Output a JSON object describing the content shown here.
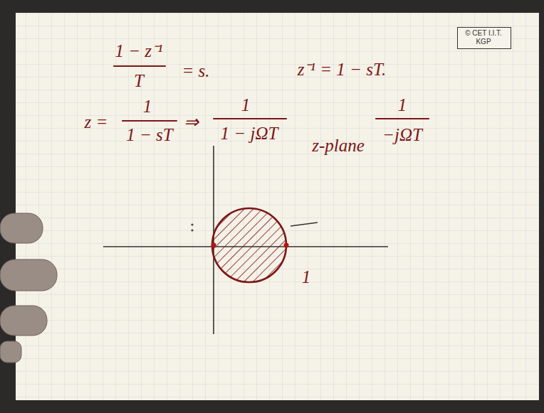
{
  "diagram": {
    "nodes": [
      {
        "text": [
          "© CET I.I.T. KGP"
        ]
      }
    ],
    "edges": [],
    "labels": [
      "1 − z⁻¹",
      "T",
      "= s.",
      "z⁻¹ = 1 − sT.",
      "z =",
      "1",
      "1 − sT",
      "⇒",
      "1",
      "1 − jΩT",
      "1",
      "−jΩT",
      "z-plane",
      "1"
    ]
  }
}
